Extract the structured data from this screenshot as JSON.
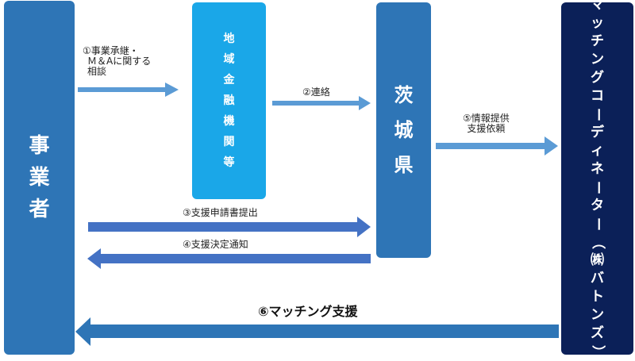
{
  "nodes": {
    "jigyosha": "事業者",
    "bank": "地域金融機関等",
    "ken": "茨城県",
    "coordinator": "マッチングコーディネーター（㈱バトンズ）"
  },
  "edges": {
    "e1": {
      "line1": "①事業承継・",
      "line2": "Ｍ＆Aに関する",
      "line3": "相談"
    },
    "e2": "②連絡",
    "e3": "③支援申請書提出",
    "e4": "④支援決定通知",
    "e5": {
      "line1": "⑤情報提供",
      "line2": "支援依頼"
    },
    "e6": "⑥マッチング支援"
  },
  "colors": {
    "jigyosha": "#2e75b6",
    "bank": "#1aa7e8",
    "ken": "#2e75b6",
    "coordinator": "#0b2058",
    "arrow_light": "#5b9bd5",
    "arrow_dark": "#4472c4",
    "arrow_big": "#2e75b6"
  }
}
